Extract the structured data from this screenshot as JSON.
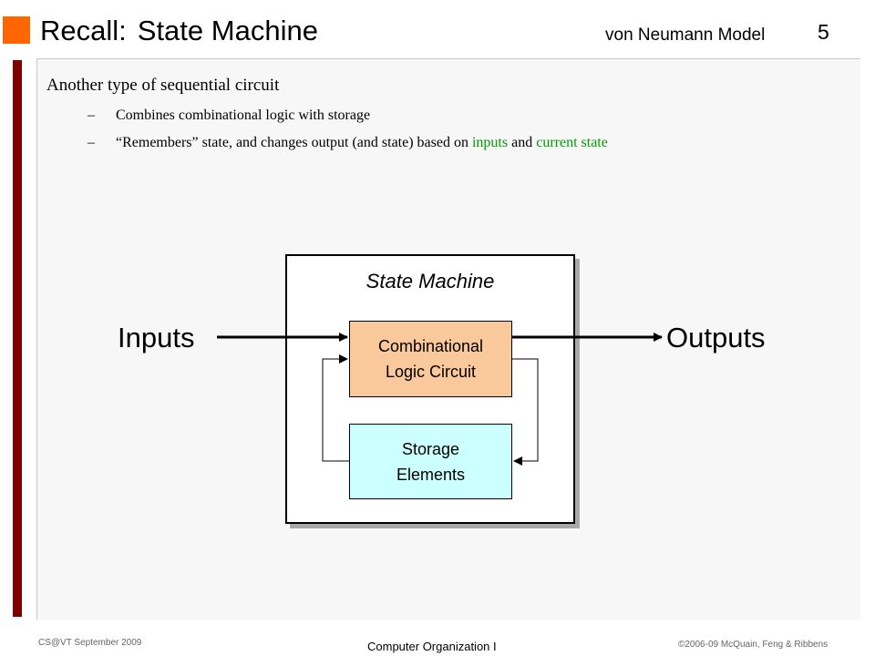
{
  "slide": {
    "title_prefix": "Recall:",
    "title_main": "State Machine",
    "section": "von Neumann Model",
    "number": "5"
  },
  "content": {
    "bullet": "Another type of sequential circuit",
    "dash": "–",
    "sub1": "Combines combinational logic with storage",
    "sub2_part1": "“Remembers” state, and changes output (and state) based on",
    "sub2_green1": "inputs",
    "sub2_and": "and",
    "sub2_green2": "current state"
  },
  "diagram": {
    "machine_label": "State Machine",
    "inputs_label": "Inputs",
    "outputs_label": "Outputs",
    "comb_line1": "Combinational",
    "comb_line2": "Logic Circuit",
    "storage_line1": "Storage",
    "storage_line2": "Elements"
  },
  "footer": {
    "left": "CS@VT September 2009",
    "center": "Computer Organization I",
    "right": "©2006-09  McQuain, Feng & Ribbens"
  },
  "colors": {
    "accent_orange": "#ff6600",
    "side_bar": "#800000",
    "highlight_green": "#009900",
    "comb_fill": "#f9c99c",
    "storage_fill": "#ccffff"
  }
}
